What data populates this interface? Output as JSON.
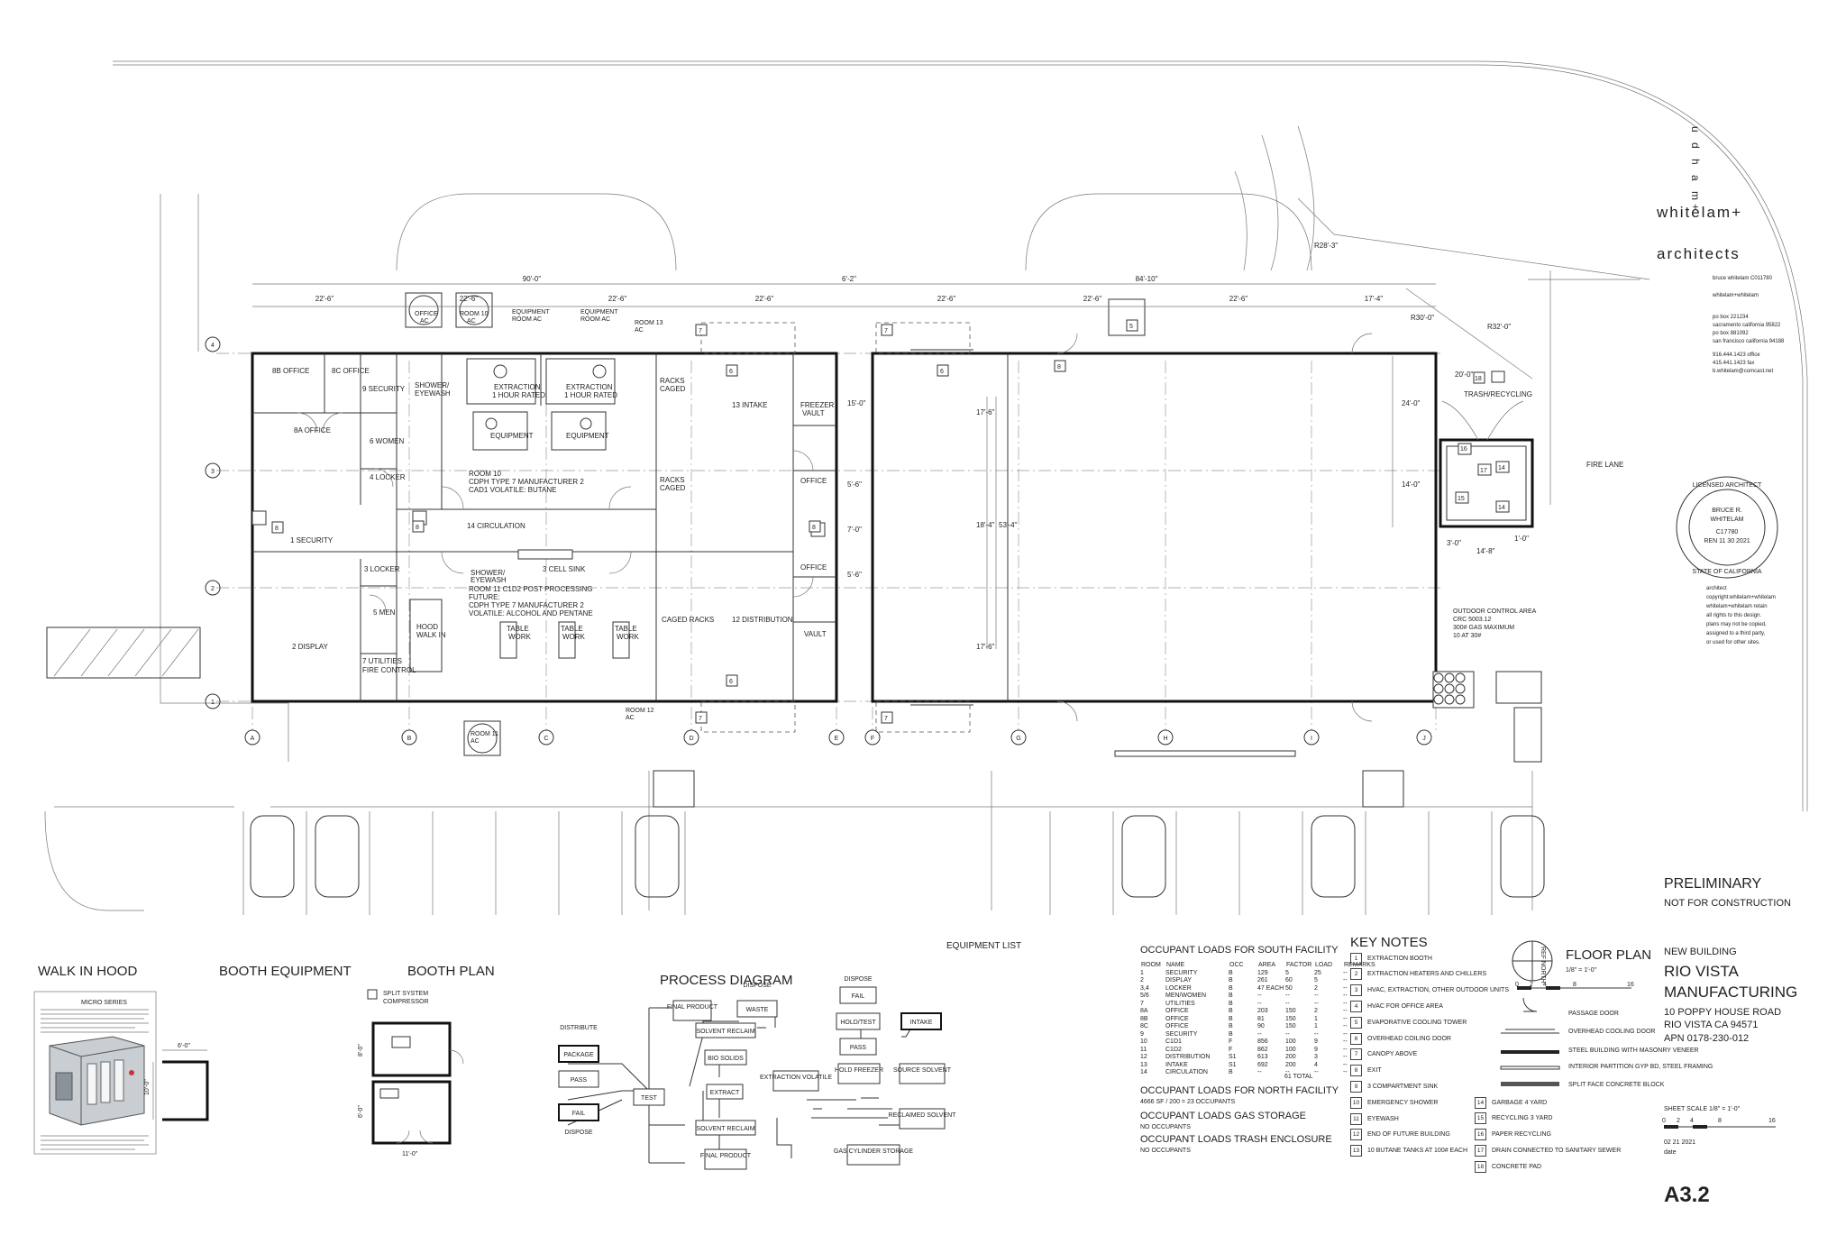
{
  "firm": {
    "name_line1": "whitelam+",
    "name_line2": "architects",
    "vertical_mark": "u d h a m+",
    "principal": "bruce whitelam C011780",
    "web": "whitelam+whitelam",
    "address": [
      "po box 221234",
      "sacramento california 95822",
      "po box 881092",
      "san francisco california 94188"
    ],
    "contact": [
      "916.444.1423 office",
      "415.441.1423 fax",
      "b.whitelam@comcast.net"
    ],
    "notice_title": "architect",
    "notice": [
      "copyright:whitelam+whitelam",
      "whitelam+whitelam retain",
      "all rights to this design.",
      "plans may not be copied,",
      "assigned to a third party,",
      "or used for other sites."
    ]
  },
  "seal": {
    "ring_top": "LICENSED ARCHITECT",
    "ring_bottom": "STATE OF CALIFORNIA",
    "name1": "BRUCE R.",
    "name2": "WHITELAM",
    "number": "C17780",
    "renewal": "REN 11 30 2021"
  },
  "title_block": {
    "status": "PRELIMINARY",
    "status_note": "NOT FOR CONSTRUCTION",
    "type": "NEW BUILDING",
    "project1": "RIO VISTA",
    "project2": "MANUFACTURING",
    "address1": "10 POPPY HOUSE ROAD",
    "address2": "RIO VISTA CA 94571",
    "apn": "APN 0178-230-012",
    "sheet_scale": "SHEET SCALE 1/8\" = 1'-0\"",
    "scale_ticks": [
      "0",
      "2",
      "4",
      "8",
      "16"
    ],
    "date": "02 21 2021",
    "date_label": "date",
    "sheet_no": "A3.2"
  },
  "floor_plan": {
    "title": "FLOOR PLAN",
    "scale": "1/8\" = 1'-0\"",
    "north": "REF NORTH",
    "scale_ticks": [
      "0",
      "2",
      "4",
      "8",
      "16"
    ],
    "legend": [
      "PASSAGE DOOR",
      "OVERHEAD COOLING DOOR",
      "STEEL BUILDING WITH MASONRY VENEER",
      "INTERIOR PARTITION GYP BD, STEEL FRAMING",
      "SPLIT FACE CONCRETE BLOCK"
    ],
    "equipment_list": "EQUIPMENT LIST",
    "fire_lane": "FIRE LANE",
    "trash": "TRASH/RECYCLING",
    "outdoor": [
      "OUTDOOR CONTROL AREA",
      "CRC 5003.12",
      "300# GAS MAXIMUM",
      "10 AT 30#"
    ]
  },
  "dimensions": {
    "top_left_total": "90'-0\"",
    "top_gap": "6'-2\"",
    "top_right_total": "84'-10\"",
    "bays_left": [
      "22'-6\"",
      "22'-6\"",
      "22'-6\"",
      "22'-6\""
    ],
    "bays_right": [
      "22'-6\"",
      "22'-6\"",
      "22'-6\"",
      "17'-4\""
    ],
    "right_v": [
      "20'-0\"",
      "24'-0\"",
      "14'-0\""
    ],
    "center_v": [
      "15'-0\"",
      "5'-6\"",
      "7'-0\"",
      "5'-6\"",
      "17'-6\"",
      "18'-4\"",
      "17'-6\"",
      "53'-4\""
    ],
    "enclosure": [
      "3'-0\"",
      "1'-0\"",
      "14'-8\""
    ],
    "radius": [
      "R28'-3\"",
      "R30'-0\"",
      "R32'-0\""
    ]
  },
  "grid": {
    "columns": [
      "A",
      "B",
      "C",
      "D",
      "E",
      "F",
      "G",
      "H",
      "I",
      "J"
    ],
    "rows": [
      "1",
      "2",
      "3",
      "4"
    ]
  },
  "rooms": {
    "r8b": "8B  OFFICE",
    "r8c": "8C  OFFICE",
    "r9": "9 SECURITY",
    "r8a": "8A  OFFICE",
    "r6": "6 WOMEN",
    "r4": "4 LOCKER",
    "r1": "1 SECURITY",
    "r3": "3 LOCKER",
    "r5": "5 MEN",
    "r2": "2 DISPLAY",
    "r7a": "7 UTILITIES",
    "r7b": "FIRE CONTROL",
    "shower1a": "SHOWER/",
    "shower1b": "EYEWASH",
    "ext1a": "EXTRACTION",
    "ext1b": "1 HOUR RATED",
    "ext2a": "EXTRACTION",
    "ext2b": "1 HOUR RATED",
    "equip1": "EQUIPMENT",
    "equip2": "EQUIPMENT",
    "r10a": "ROOM 10",
    "r10b": "CDPH TYPE 7 MANUFACTURER 2",
    "r10c": "CAD1 VOLATILE: BUTANE",
    "racks1a": "RACKS",
    "racks1b": "CAGED",
    "racks2a": "RACKS",
    "racks2b": "CAGED",
    "r13": "13 INTAKE",
    "freezer1": "FREEZER",
    "freezer2": "VAULT",
    "office1": "OFFICE",
    "office2": "OFFICE",
    "r14": "14 CIRCULATION",
    "shower2a": "SHOWER/",
    "shower2b": "EYEWASH",
    "sink": "3 CELL SINK",
    "r11a": "ROOM 11 C1D2 POST PROCESSING",
    "r11b": "FUTURE:",
    "r11c": "CDPH TYPE 7 MANUFACTURER 2",
    "r11d": "VOLATILE: ALCOHOL AND PENTANE",
    "hood1": "HOOD",
    "hood2": "WALK IN",
    "tw1a": "TABLE",
    "tw1b": "WORK",
    "tw2a": "TABLE",
    "tw2b": "WORK",
    "tw3a": "TABLE",
    "tw3b": "WORK",
    "cagedracks": "CAGED RACKS",
    "r12": "12 DISTRIBUTION",
    "vault": "VAULT",
    "ac1a": "OFFICE",
    "ac1b": "AC",
    "ac2a": "ROOM 10",
    "ac2b": "AC",
    "ac3a": "EQUIPMENT",
    "ac3b": "ROOM AC",
    "ac4a": "EQUIPMENT",
    "ac4b": "ROOM AC",
    "ac5a": "ROOM 13",
    "ac5b": "AC",
    "ac6a": "ROOM 11",
    "ac6b": "AC",
    "ac7a": "ROOM 12",
    "ac7b": "AC"
  },
  "key_notes": {
    "title": "KEY NOTES",
    "items": [
      {
        "n": "1",
        "t": "EXTRACTION BOOTH"
      },
      {
        "n": "2",
        "t": "EXTRACTION HEATERS AND CHILLERS"
      },
      {
        "n": "3",
        "t": "HVAC, EXTRACTION, OTHER OUTDOOR UNITS"
      },
      {
        "n": "4",
        "t": "HVAC FOR OFFICE AREA"
      },
      {
        "n": "5",
        "t": "EVAPORATIVE COOLING TOWER"
      },
      {
        "n": "6",
        "t": "OVERHEAD COILING DOOR"
      },
      {
        "n": "7",
        "t": "CANOPY ABOVE"
      },
      {
        "n": "8",
        "t": "EXIT"
      },
      {
        "n": "9",
        "t": "3 COMPARTMENT SINK"
      },
      {
        "n": "10",
        "t": "EMERGENCY SHOWER"
      },
      {
        "n": "11",
        "t": "EYEWASH"
      },
      {
        "n": "12",
        "t": "END OF FUTURE BUILDING"
      },
      {
        "n": "13",
        "t": "10 BUTANE TANKS AT 100# EACH"
      },
      {
        "n": "14",
        "t": "GARBAGE 4 YARD"
      },
      {
        "n": "15",
        "t": "RECYCLING 3 YARD"
      },
      {
        "n": "16",
        "t": "PAPER RECYCLING"
      },
      {
        "n": "17",
        "t": "DRAIN CONNECTED TO SANITARY SEWER"
      },
      {
        "n": "18",
        "t": "CONCRETE PAD"
      }
    ]
  },
  "occupant_loads": {
    "title_south": "OCCUPANT LOADS FOR SOUTH FACILITY",
    "headers": [
      "ROOM",
      "NAME",
      "OCC",
      "AREA",
      "FACTOR",
      "LOAD",
      "REMARKS"
    ],
    "rows": [
      [
        "1",
        "SECURITY",
        "B",
        "129",
        "5",
        "25",
        "--"
      ],
      [
        "2",
        "DISPLAY",
        "B",
        "261",
        "60",
        "5",
        "--"
      ],
      [
        "3,4",
        "LOCKER",
        "B",
        "47 EACH",
        "50",
        "2",
        "--"
      ],
      [
        "5/6",
        "MEN/WOMEN",
        "B",
        "--",
        "--",
        "--",
        "--"
      ],
      [
        "7",
        "UTILITIES",
        "B",
        "--",
        "--",
        "--",
        "--"
      ],
      [
        "8A",
        "OFFICE",
        "B",
        "203",
        "150",
        "2",
        "--"
      ],
      [
        "8B",
        "OFFICE",
        "B",
        "81",
        "150",
        "1",
        "--"
      ],
      [
        "8C",
        "OFFICE",
        "B",
        "90",
        "150",
        "1",
        "--"
      ],
      [
        "9",
        "SECURITY",
        "B",
        "--",
        "--",
        "--",
        "--"
      ],
      [
        "10",
        "C1D1",
        "F",
        "856",
        "100",
        "9",
        "--"
      ],
      [
        "11",
        "C1D2",
        "F",
        "862",
        "100",
        "9",
        "--"
      ],
      [
        "12",
        "DISTRIBUTION",
        "S1",
        "613",
        "200",
        "3",
        "--"
      ],
      [
        "13",
        "INTAKE",
        "S1",
        "692",
        "200",
        "4",
        "--"
      ],
      [
        "14",
        "CIRCULATION",
        "B",
        "--",
        "--",
        "--",
        "--"
      ]
    ],
    "total": "61 TOTAL",
    "title_north": "OCCUPANT LOADS FOR NORTH FACILITY",
    "north_note": "4666 SF / 200 = 23 OCCUPANTS",
    "title_gas": "OCCUPANT LOADS GAS STORAGE",
    "gas_note": "NO OCCUPANTS",
    "title_trash": "OCCUPANT LOADS TRASH ENCLOSURE",
    "trash_note": "NO OCCUPANTS"
  },
  "process": {
    "title": "PROCESS DIAGRAM",
    "nodes": {
      "final_product_top": "FINAL PRODUCT",
      "waste": "WASTE",
      "dispose_top": "DISPOSE",
      "solvent_reclaim_top": "SOLVENT RECLAIM",
      "bio_solids": "BIO SOLIDS",
      "extract": "EXTRACT",
      "extraction_volatile": "EXTRACTION VOLATILE",
      "solvent_reclaim_bottom": "SOLVENT RECLAIM",
      "final_product_bottom": "FINAL PRODUCT",
      "test": "TEST",
      "distribute": "DISTRIBUTE",
      "package": "PACKAGE",
      "pass_left": "PASS",
      "fail_left": "FAIL",
      "dispose_left": "DISPOSE",
      "dispose_right": "DISPOSE",
      "fail_right": "FAIL",
      "hold_test": "HOLD/TEST",
      "intake": "INTAKE",
      "pass_right": "PASS",
      "hold_freezer": "HOLD FREEZER",
      "source_solvent": "SOURCE SOLVENT",
      "reclaimed_solvent": "RECLAIMED SOLVENT",
      "gas_cylinder": "GAS CYLINDER STORAGE"
    }
  },
  "details": {
    "walk_in_hood": "WALK IN HOOD",
    "booth_equipment": "BOOTH EQUIPMENT",
    "booth_plan": "BOOTH PLAN",
    "micro_series": "MICRO SERIES",
    "split_system": "SPLIT SYSTEM",
    "compressor": "COMPRESSOR",
    "dim_6": "6'-0\"",
    "dim_10": "10'-0\"",
    "dim_8": "8'-0\"",
    "dim_6b": "6'-0\"",
    "dim_11": "11'-0\""
  }
}
